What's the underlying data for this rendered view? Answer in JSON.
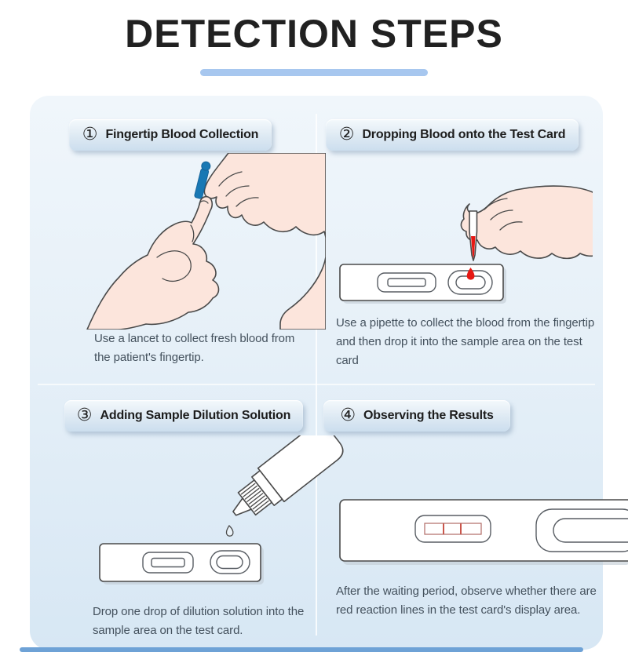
{
  "page": {
    "title": "DETECTION STEPS"
  },
  "theme": {
    "title_color": "#212121",
    "accent_underline": "#a7c7ef",
    "panel_top": "#f0f6fb",
    "panel_bottom": "#d7e7f4",
    "pill_text": "#1d1d1d",
    "caption_color": "#44515d",
    "skin": "#fce5dc",
    "outline": "#4a4a4a",
    "lancet_blue": "#1878b4",
    "blood_red": "#e61813",
    "result_line_red": "#c0392b",
    "bottom_bar": "#6ea2d6"
  },
  "steps": [
    {
      "number": "①",
      "label": "Fingertip Blood Collection",
      "caption": "Use a lancet to collect fresh blood from the patient's fingertip.",
      "illustration": "hands-with-lancet"
    },
    {
      "number": "②",
      "label": "Dropping Blood onto the Test Card",
      "caption": "Use a pipette to collect the blood from the fingertip and then drop it into the sample area on the test card",
      "illustration": "hand-pipette-over-test-card"
    },
    {
      "number": "③",
      "label": "Adding Sample Dilution Solution",
      "caption": "Drop one drop of dilution solution into the sample area on the test card.",
      "illustration": "dilution-bottle-over-test-card"
    },
    {
      "number": "④",
      "label": "Observing the Results",
      "caption": "After the waiting period, observe whether there are red reaction lines in the test card's display area.",
      "illustration": "test-card-with-result-lines"
    }
  ]
}
